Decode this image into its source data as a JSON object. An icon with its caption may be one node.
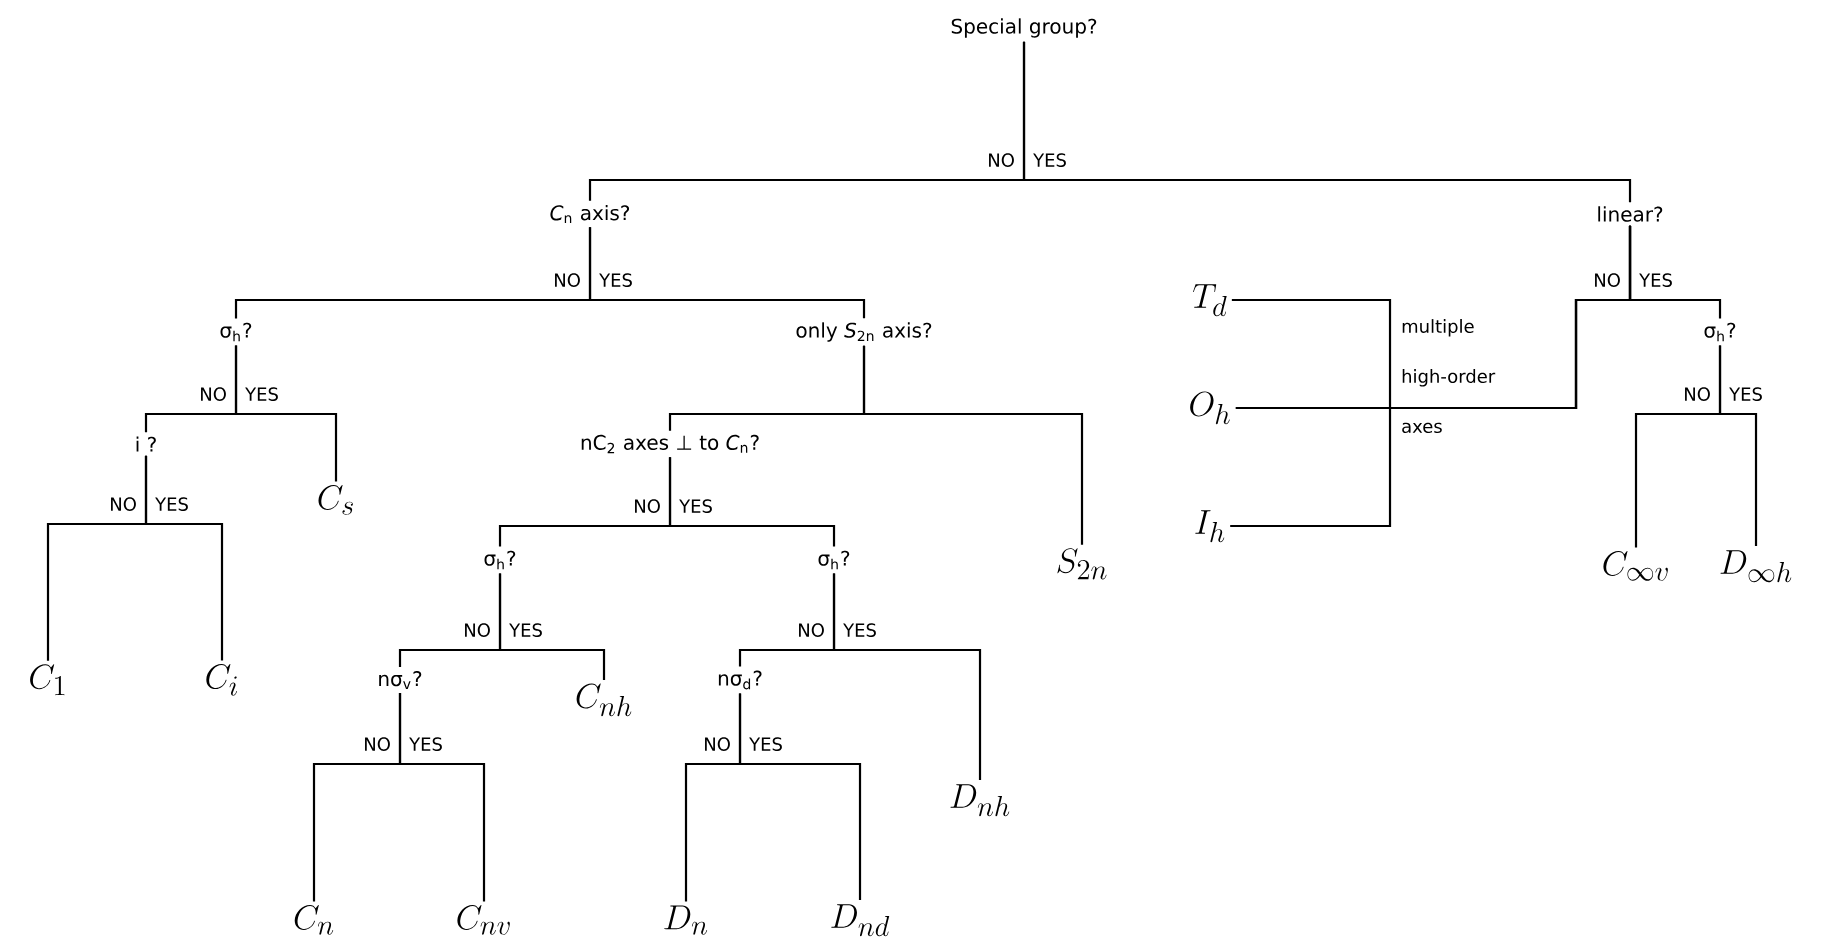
{
  "diagram": {
    "nodes": [
      {
        "text": [
          "Special group?"
        ]
      },
      {
        "text": [
          "*C*$_{n}$ axis?"
        ]
      },
      {
        "text": [
          "linear?"
        ]
      },
      {
        "text": [
          "σ$_{h}$?"
        ]
      },
      {
        "text": [
          "only *S*$_{2n}$ axis?"
        ]
      },
      {
        "text": [
          "i ?"
        ]
      },
      {
        "text": [
          "C_s"
        ]
      },
      {
        "text": [
          "C_1"
        ]
      },
      {
        "text": [
          "C_i"
        ]
      },
      {
        "text": [
          "nC$_{2}$ axes ⊥ to *C*$_{n}$?"
        ]
      },
      {
        "text": [
          "S_{2n}"
        ]
      },
      {
        "text": [
          "σ$_{h}$?"
        ]
      },
      {
        "text": [
          "σ$_{h}$?"
        ]
      },
      {
        "text": [
          "nσ$_{v}$?"
        ]
      },
      {
        "text": [
          "C_{nh}"
        ]
      },
      {
        "text": [
          "C_n"
        ]
      },
      {
        "text": [
          "C_{nv}"
        ]
      },
      {
        "text": [
          "nσ$_{d}$?"
        ]
      },
      {
        "text": [
          "D_{nh}"
        ]
      },
      {
        "text": [
          "D_n"
        ]
      },
      {
        "text": [
          "D_{nd}"
        ]
      },
      {
        "text": [
          "T_d"
        ]
      },
      {
        "text": [
          "O_h"
        ]
      },
      {
        "text": [
          "I_h"
        ]
      },
      {
        "text": [
          "σ$_{h}$?"
        ]
      },
      {
        "text": [
          "C_{\\infty v}"
        ]
      },
      {
        "text": [
          "D_{\\infty h}"
        ]
      }
    ],
    "edges": [
      {
        "from": 0,
        "to": 1,
        "arrow": "none",
        "label": "NO"
      },
      {
        "from": 0,
        "to": 2,
        "arrow": "none",
        "label": "YES"
      },
      {
        "from": 1,
        "to": 3,
        "arrow": "none",
        "label": "NO"
      },
      {
        "from": 1,
        "to": 4,
        "arrow": "none",
        "label": "YES"
      },
      {
        "from": 2,
        "to": 21,
        "arrow": "none"
      },
      {
        "from": 2,
        "to": 22,
        "arrow": "none",
        "label": "NO"
      },
      {
        "from": 2,
        "to": 23,
        "arrow": "none"
      },
      {
        "from": 2,
        "to": 24,
        "arrow": "none",
        "label": "YES"
      },
      {
        "from": 3,
        "to": 5,
        "arrow": "none",
        "label": "NO"
      },
      {
        "from": 3,
        "to": 6,
        "arrow": "none",
        "label": "YES"
      },
      {
        "from": 4,
        "to": 9,
        "arrow": "none"
      },
      {
        "from": 4,
        "to": 10,
        "arrow": "none"
      },
      {
        "from": 5,
        "to": 7,
        "arrow": "none",
        "label": "NO"
      },
      {
        "from": 5,
        "to": 8,
        "arrow": "none",
        "label": "YES"
      },
      {
        "from": 9,
        "to": 11,
        "arrow": "none",
        "label": "NO"
      },
      {
        "from": 9,
        "to": 12,
        "arrow": "none",
        "label": "YES"
      },
      {
        "from": 11,
        "to": 13,
        "arrow": "none",
        "label": "NO"
      },
      {
        "from": 11,
        "to": 14,
        "arrow": "none",
        "label": "YES"
      },
      {
        "from": 12,
        "to": 17,
        "arrow": "none",
        "label": "NO"
      },
      {
        "from": 12,
        "to": 18,
        "arrow": "none",
        "label": "YES"
      },
      {
        "from": 13,
        "to": 15,
        "arrow": "none",
        "label": "NO"
      },
      {
        "from": 13,
        "to": 16,
        "arrow": "none",
        "label": "YES"
      },
      {
        "from": 17,
        "to": 19,
        "arrow": "none",
        "label": "NO"
      },
      {
        "from": 17,
        "to": 20,
        "arrow": "none",
        "label": "YES"
      },
      {
        "from": 24,
        "to": 25,
        "arrow": "none",
        "label": "NO"
      },
      {
        "from": 24,
        "to": 26,
        "arrow": "none",
        "label": "YES"
      }
    ],
    "labels": [
      "multiple high-order axes"
    ]
  }
}
